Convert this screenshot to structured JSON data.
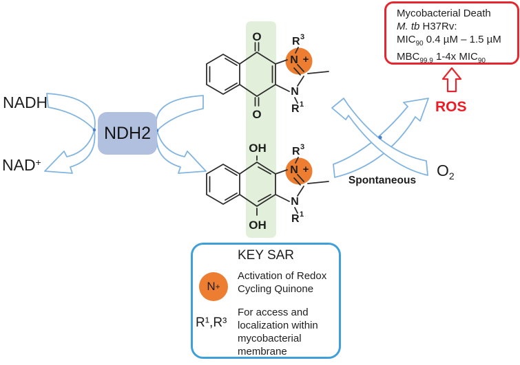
{
  "labels": {
    "nadh": "NADH",
    "nad_base": "NAD",
    "nad_sup": "+",
    "enzyme": "NDH2",
    "ros": "ROS",
    "o2_base": "O",
    "o2_sub": "2",
    "spontaneous": "Spontaneous"
  },
  "death_box": {
    "line1": "Mycobacterial Death",
    "line2_italic": "M. tb",
    "line2_rest": " H37Rv:",
    "line3_base": "MIC",
    "line3_sub": "90",
    "line3_rest": " 0.4 µM – 1.5 µM",
    "line4_base": "MBC",
    "line4_sub": "99.9",
    "line4_mid": " 1-4x MIC",
    "line4_sub2": "90"
  },
  "key_sar": {
    "title": "KEY SAR",
    "badge_base": "N",
    "badge_sup": "+",
    "item1_text": "Activation of Redox\nCycling Quinone",
    "item2_label": "R¹,R³",
    "item2_text": "For access and\nlocalization within\nmycobacterial\nmembrane"
  },
  "molecule": {
    "o": "O",
    "oh": "OH",
    "n": "N",
    "plus": "+",
    "r": "R",
    "sup3": "3",
    "sup1": "1"
  },
  "colors": {
    "accent_red": "#e5262e",
    "ros_red": "#ec1c24",
    "arrow_blue": "#82b4e0",
    "box_border_blue": "#3f9fd8",
    "enzyme_fill": "#b2c0e0",
    "n_plus_orange": "#ed7d31",
    "quinone_band_green": "#e2efda"
  }
}
